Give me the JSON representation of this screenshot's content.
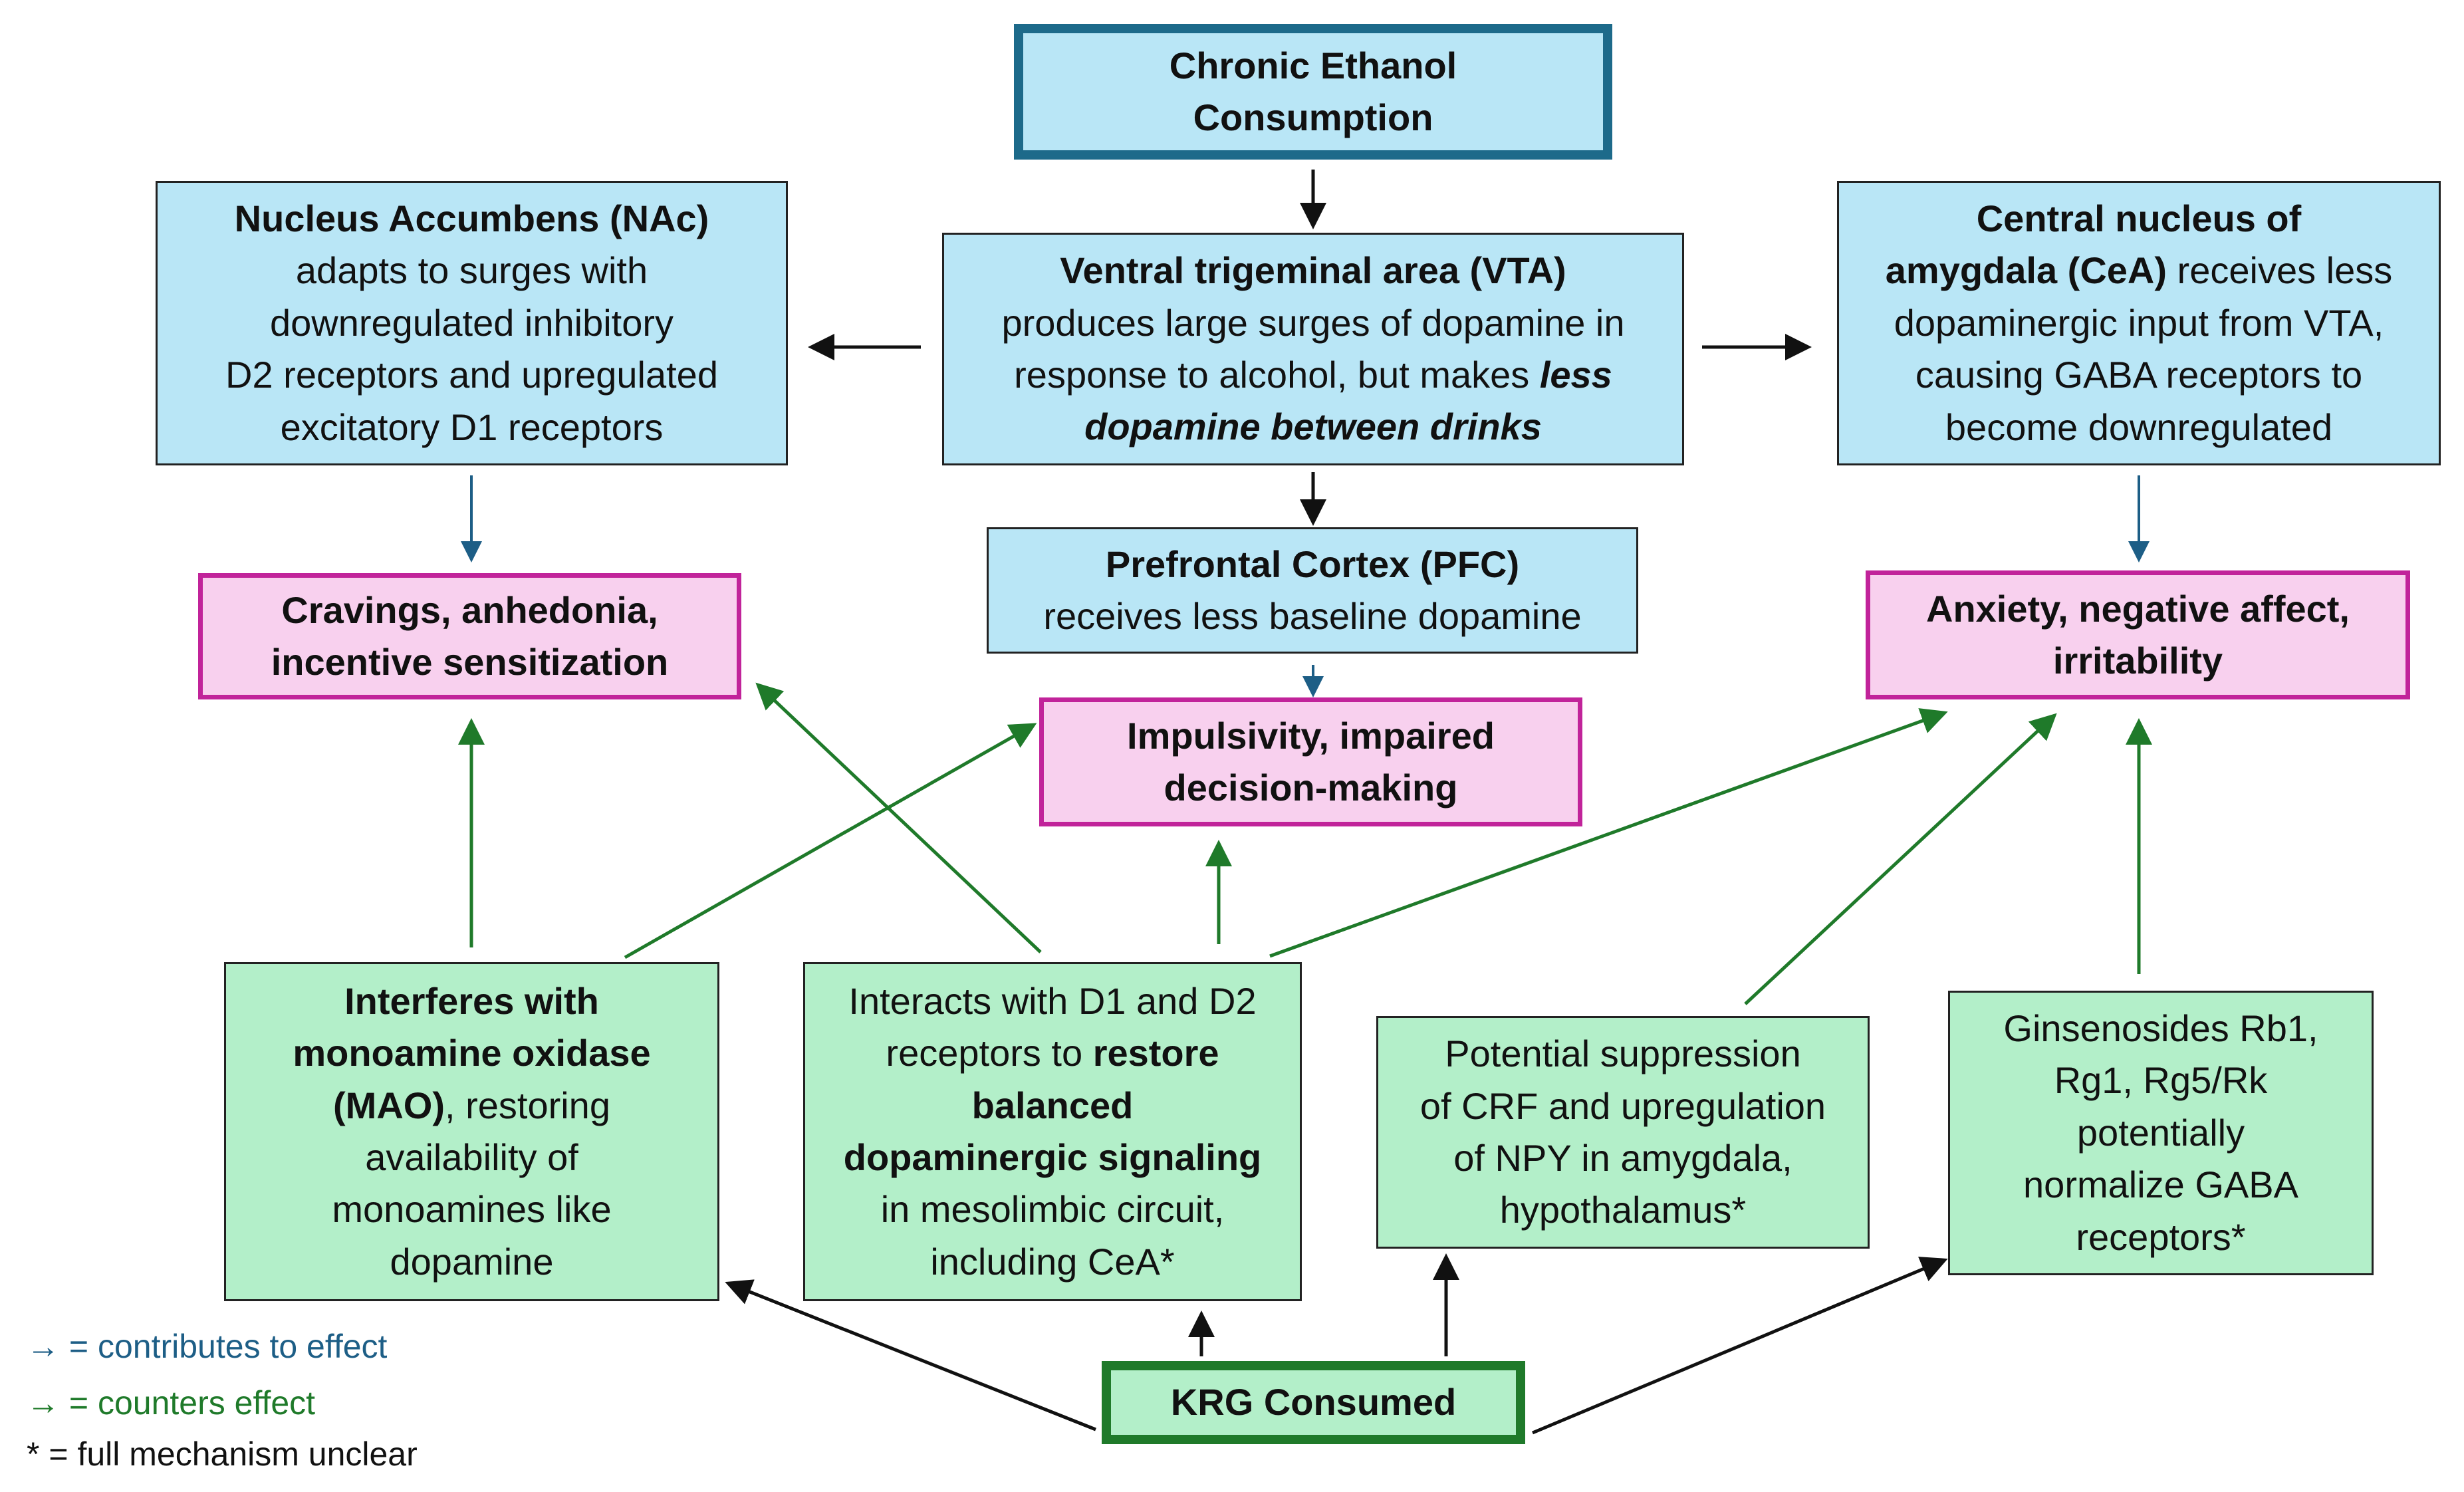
{
  "colors": {
    "contributes": "#1d5e86",
    "counters": "#1f7a2a",
    "cause": "#111111"
  },
  "nodes": {
    "ethanol": {
      "line1": "Chronic Ethanol",
      "line2": "Consumption"
    },
    "nac": {
      "title": "Nucleus Accumbens (NAc)",
      "l1": "adapts to surges with",
      "l2": "downregulated inhibitory",
      "l3": "D2 receptors and upregulated",
      "l4": "excitatory D1 receptors"
    },
    "vta": {
      "title": "Ventral trigeminal area (VTA)",
      "l1": "produces large surges of dopamine in",
      "l2a": "response to alcohol, but makes ",
      "l2b": "less",
      "l3": "dopamine between drinks"
    },
    "cea": {
      "title1": "Central nucleus of",
      "title2": "amygdala (CeA)",
      "l2rest": " receives less",
      "l3": "dopaminergic input from VTA,",
      "l4": "causing GABA receptors to",
      "l5": "become downregulated"
    },
    "pfc": {
      "title": "Prefrontal Cortex (PFC)",
      "l1": "receives less baseline dopamine"
    },
    "cravings": {
      "l1": "Cravings, anhedonia,",
      "l2": "incentive sensitization"
    },
    "impulsivity": {
      "l1": "Impulsivity, impaired",
      "l2": "decision-making"
    },
    "anxiety": {
      "l1": "Anxiety, negative affect,",
      "l2": "irritability"
    },
    "mao": {
      "b1": "Interferes with",
      "b2": "monoamine oxidase",
      "b3": "(MAO)",
      "l3rest": ", restoring",
      "l4": "availability of",
      "l5": "monoamines like",
      "l6": "dopamine"
    },
    "d1d2": {
      "l1": "Interacts with D1 and D2",
      "l2a": "receptors to ",
      "l2b": "restore",
      "l3": "balanced",
      "l4": "dopaminergic signaling",
      "l5": "in mesolimbic circuit,",
      "l6": "including CeA*"
    },
    "crf": {
      "l1": "Potential suppression",
      "l2": "of CRF and upregulation",
      "l3": "of NPY in amygdala,",
      "l4": "hypothalamus*"
    },
    "gins": {
      "l1": "Ginsenosides Rb1,",
      "l2": "Rg1, Rg5/Rk",
      "l3": "potentially",
      "l4": "normalize GABA",
      "l5": "receptors*"
    },
    "krg": {
      "label": "KRG Consumed"
    }
  },
  "legend": {
    "contributes": "→ = contributes to effect",
    "counters": "→ = counters effect",
    "unclear": "* = full mechanism unclear"
  }
}
